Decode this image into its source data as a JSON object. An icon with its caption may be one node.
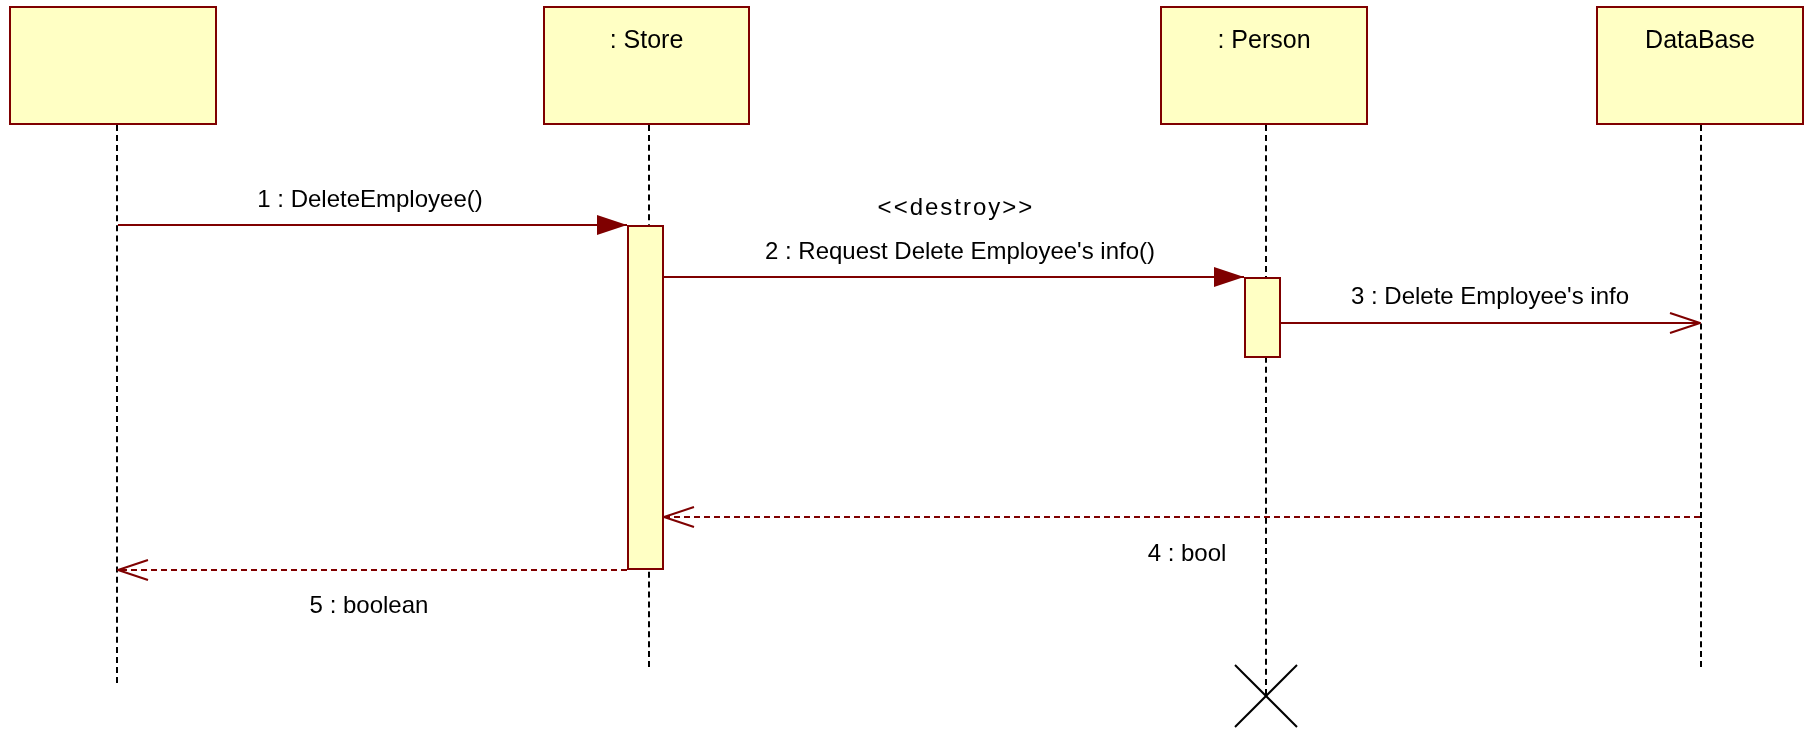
{
  "diagram": {
    "nodes": [
      {
        "text": [],
        "shape": "box"
      },
      {
        "text": [
          ": Store"
        ]
      },
      {
        "text": [
          ": Person"
        ]
      },
      {
        "text": [
          "DataBase"
        ]
      },
      {
        "text": [],
        "shape": "line"
      },
      {
        "text": [],
        "shape": "line"
      },
      {
        "text": [],
        "shape": "line"
      },
      {
        "text": [],
        "shape": "line"
      },
      {
        "text": [],
        "shape": "bar"
      },
      {
        "text": [],
        "shape": "bar"
      }
    ],
    "edges": [
      {
        "from": 4,
        "to": 8,
        "arrow": "to",
        "label": "1 : DeleteEmployee()"
      },
      {
        "from": 8,
        "to": 9,
        "arrow": "to",
        "label": "2 : Request Delete Employee's info()"
      },
      {
        "from": 9,
        "to": 7,
        "arrow": "to",
        "label": "3 : Delete Employee's info"
      },
      {
        "from": 7,
        "to": 8,
        "arrow": "to",
        "label": "4 : bool",
        "style": "dashed"
      },
      {
        "from": 8,
        "to": 4,
        "arrow": "to",
        "label": "5 : boolean",
        "style": "dashed"
      }
    ],
    "labels": [
      "<<destroy>>"
    ]
  }
}
